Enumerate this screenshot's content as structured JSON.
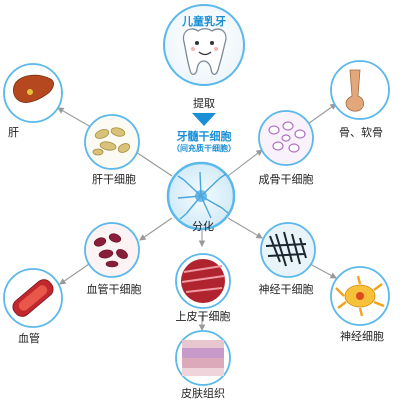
{
  "tooth": {
    "title": "儿童乳牙"
  },
  "extract_label": "提取",
  "stem_cell": {
    "title": "牙髓干细胞",
    "subtitle": "（间充质干细胞）"
  },
  "differentiation_label": "分化",
  "nodes": {
    "liver_stem": "肝干细胞",
    "liver": "肝",
    "bone_stem": "成骨干细胞",
    "bone": "骨、软骨",
    "vascular_stem": "血管干细胞",
    "vessel": "血管",
    "neural_stem": "神经干细胞",
    "neuron": "神经细胞",
    "epithelial_stem": "上皮干细胞",
    "skin": "皮肤组织"
  },
  "colors": {
    "accent_blue": "#1a8fd6",
    "ring_blue": "#5bb8ea",
    "arrow_gray": "#9a9a9a"
  }
}
